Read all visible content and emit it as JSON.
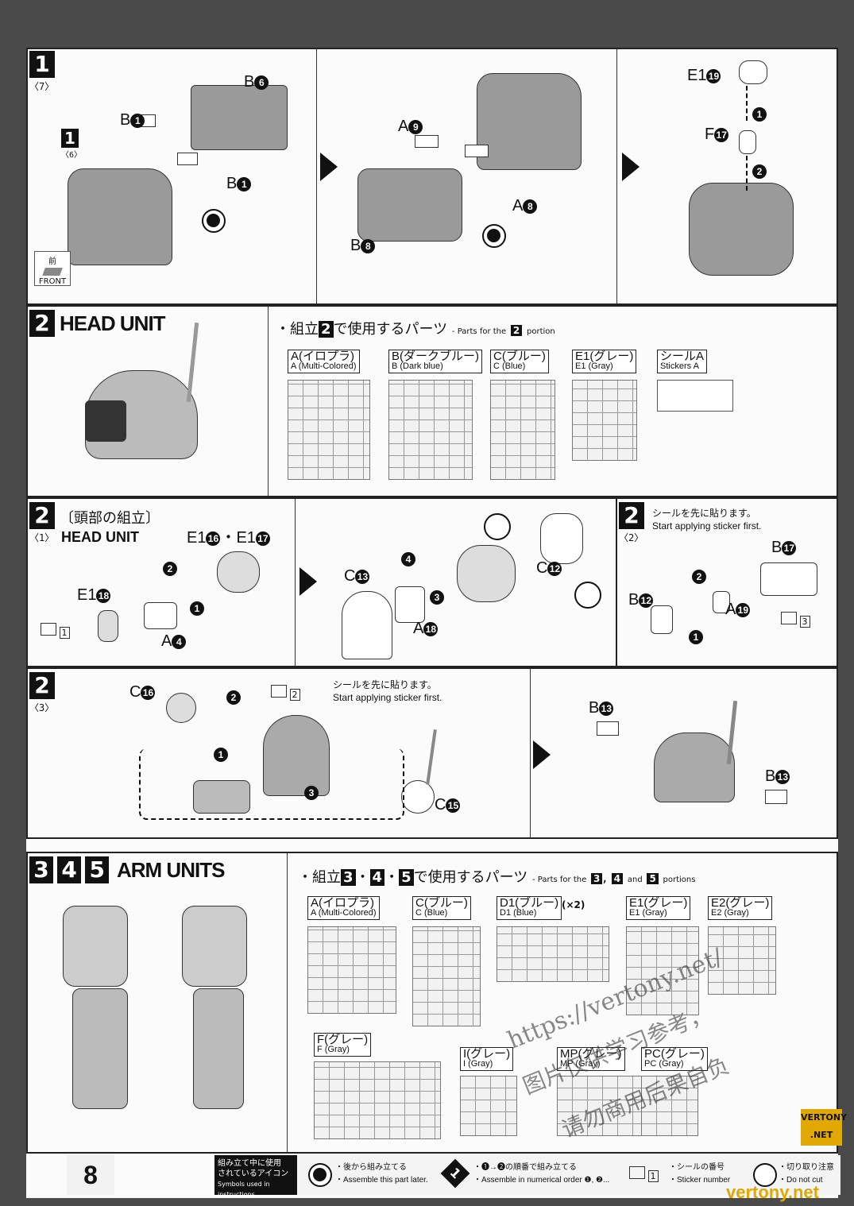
{
  "page_number": "8",
  "steps": {
    "s1": {
      "num": "1",
      "sub": "〈7〉",
      "inner_num": "1",
      "inner_sub": "〈6〉",
      "front_jp": "前",
      "front_en": "FRONT",
      "labels": {
        "b6": "B",
        "b6n": "6",
        "b1a": "B",
        "b1an": "1",
        "b1b": "B",
        "b1bn": "1",
        "a9": "A",
        "a9n": "9",
        "a8": "A",
        "a8n": "8",
        "b8": "B",
        "b8n": "8",
        "e19": "E1",
        "e19n": "19",
        "f17": "F",
        "f17n": "17",
        "o1": "1",
        "o2": "2"
      }
    },
    "s2": {
      "num": "2",
      "title": "HEAD UNIT",
      "parts_jp_pre": "・組立",
      "parts_jp_post": "で使用するパーツ",
      "parts_en_pre": "- Parts for the",
      "parts_en_post": "portion",
      "runners": [
        {
          "jp": "A(イロプラ)",
          "en": "A (Multi-Colored)"
        },
        {
          "jp": "B(ダークブルー)",
          "en": "B (Dark blue)"
        },
        {
          "jp": "C(ブルー)",
          "en": "C (Blue)"
        },
        {
          "jp": "E1(グレー)",
          "en": "E1 (Gray)"
        },
        {
          "jp": "シールA",
          "en": "Stickers A"
        }
      ]
    },
    "s2_1": {
      "num": "2",
      "sub": "〈1〉",
      "title_jp": "〔頭部の組立〕",
      "title_en": "HEAD UNIT",
      "labels": {
        "e16": "E1",
        "e16n": "16",
        "e17": "E1",
        "e17n": "17",
        "dot": "・",
        "e18": "E1",
        "e18n": "18",
        "a4": "A",
        "a4n": "4",
        "c13": "C",
        "c13n": "13",
        "c12": "C",
        "c12n": "12",
        "a18": "A",
        "a18n": "18",
        "s1": "1",
        "o1": "1",
        "o2": "2",
        "o3": "3",
        "o4": "4"
      }
    },
    "s2_2": {
      "num": "2",
      "sub": "〈2〉",
      "note_jp": "シールを先に貼ります。",
      "note_en": "Start applying sticker first.",
      "labels": {
        "b17": "B",
        "b17n": "17",
        "b12": "B",
        "b12n": "12",
        "a19": "A",
        "a19n": "19",
        "s3": "3",
        "o1": "1",
        "o2": "2"
      }
    },
    "s2_3": {
      "num": "2",
      "sub": "〈3〉",
      "note_jp": "シールを先に貼ります。",
      "note_en": "Start applying sticker first.",
      "labels": {
        "c16": "C",
        "c16n": "16",
        "c15": "C",
        "c15n": "15",
        "b13a": "B",
        "b13an": "13",
        "b13b": "B",
        "b13bn": "13",
        "s2": "2",
        "o1": "1",
        "o2": "2",
        "o3": "3"
      }
    },
    "s345": {
      "nums": [
        "3",
        "4",
        "5"
      ],
      "title": "ARM UNITS",
      "parts_jp_pre": "・組立",
      "parts_jp_mid": "で使用するパーツ",
      "parts_en_pre": "- Parts for the",
      "parts_en_and": "and",
      "parts_en_post": "portions",
      "runners": [
        {
          "jp": "A(イロプラ)",
          "en": "A (Multi-Colored)"
        },
        {
          "jp": "C(ブルー)",
          "en": "C (Blue)"
        },
        {
          "jp": "D1(ブルー)",
          "en": "D1 (Blue)",
          "extra": "(×2)"
        },
        {
          "jp": "E1(グレー)",
          "en": "E1 (Gray)"
        },
        {
          "jp": "E2(グレー)",
          "en": "E2 (Gray)"
        },
        {
          "jp": "F(グレー)",
          "en": "F (Gray)"
        },
        {
          "jp": "I(グレー)",
          "en": "I (Gray)"
        },
        {
          "jp": "MP(グレー)",
          "en": "MP (Gray)"
        },
        {
          "jp": "PC(グレー)",
          "en": "PC (Gray)"
        }
      ]
    }
  },
  "legend": {
    "title_jp1": "組み立て中に使用",
    "title_jp2": "されているアイコン",
    "title_en": "Symbols used in instructions",
    "later_jp": "・後から組み立てる",
    "later_en": "・Assemble this part later.",
    "order_jp": "・❶→❷の順番で組み立てる",
    "order_en": "・Assemble in numerical order ❶, ❷...",
    "order_icon": "1",
    "sticker_jp": "・シールの番号",
    "sticker_en": "・Sticker number",
    "sticker_icon": "1",
    "cut_jp": "・切り取り注意",
    "cut_en": "・Do not cut"
  },
  "watermark": {
    "url": "https://vertony.net/",
    "cn1": "图片仅供学习参考，",
    "cn2": "请勿商用后果自负",
    "badge": "VERTONY .NET",
    "footer": "vertony.net"
  }
}
